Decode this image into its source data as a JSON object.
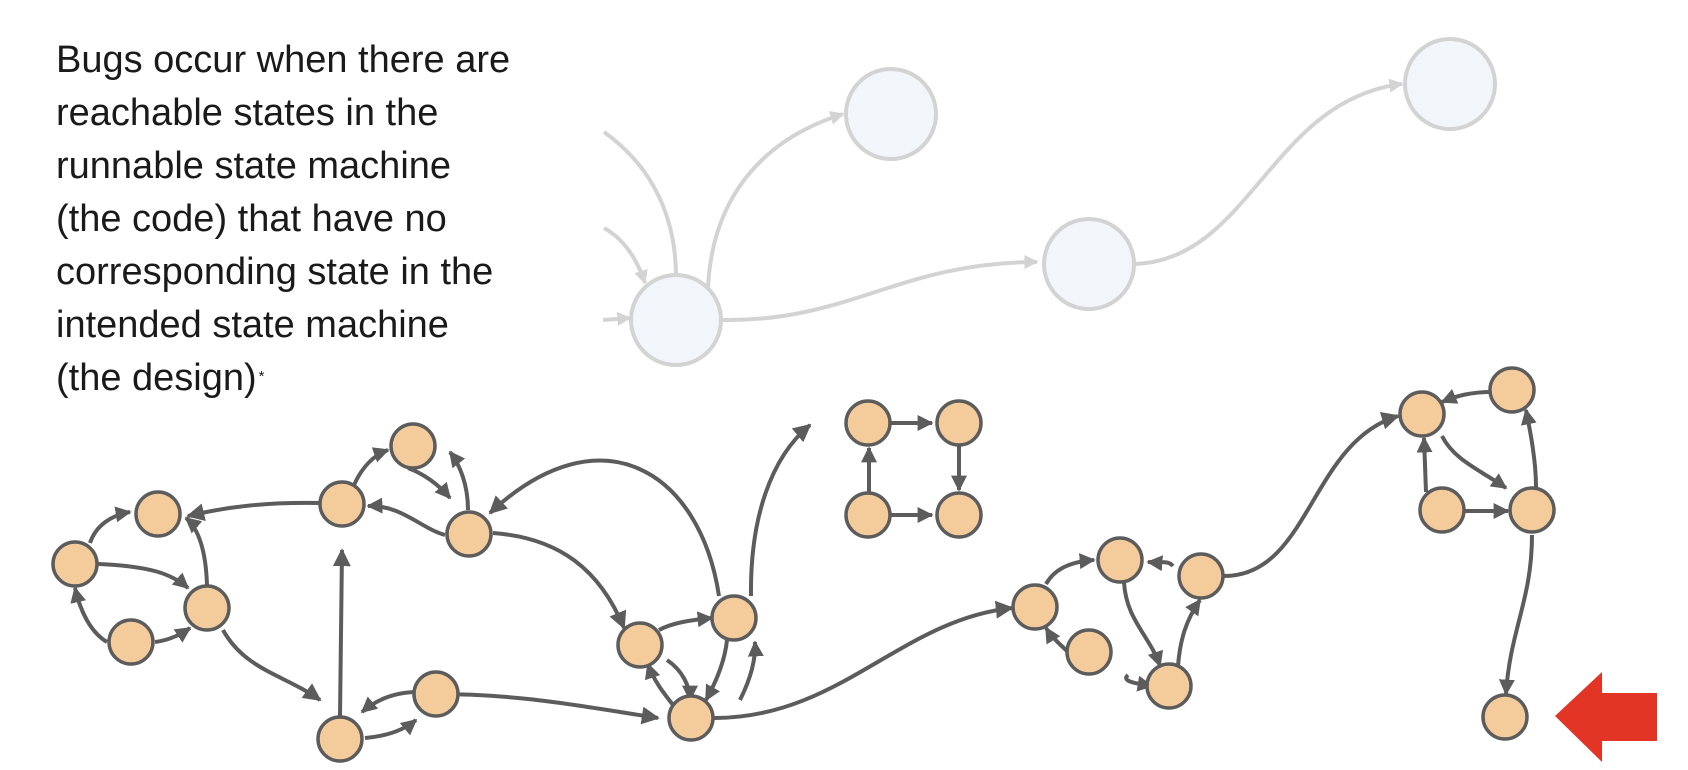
{
  "caption": {
    "lines": [
      "Bugs occur when there are",
      "reachable states in the",
      "runnable state machine",
      "(the code) that have no",
      "corresponding state in the",
      "intended state machine",
      "(the design)"
    ],
    "footnote_mark": "*"
  },
  "colors": {
    "intended_node_fill": "#f2f5fa",
    "intended_node_stroke": "#d3d3d3",
    "intended_edge": "#d3d3d3",
    "runnable_node_fill": "#f4cc9c",
    "runnable_node_stroke": "#5c5c5c",
    "runnable_edge": "#5c5c5c",
    "pointer_arrow": "#e33526",
    "text": "#1a1a1a"
  },
  "icons": {
    "pointer": "arrow-left-icon"
  }
}
